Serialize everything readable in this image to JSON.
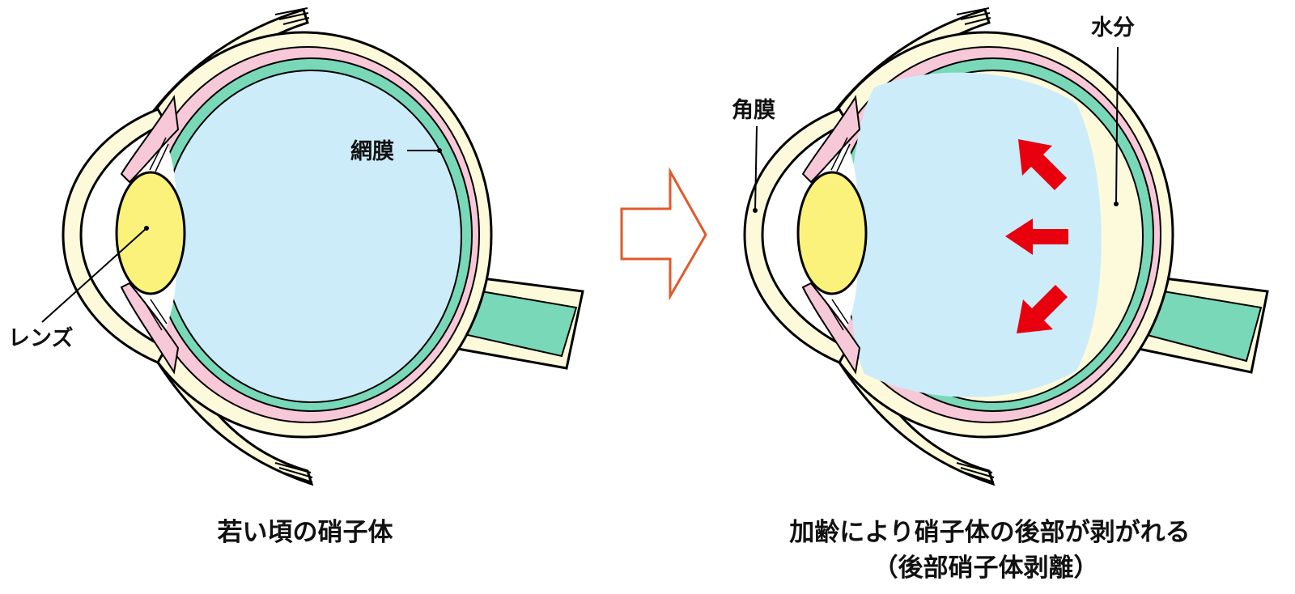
{
  "left_diagram": {
    "caption": "若い頃の硝子体",
    "labels": {
      "lens": "レンズ",
      "retina": "網膜"
    }
  },
  "right_diagram": {
    "caption_line1": "加齢により硝子体の後部が剥がれる",
    "caption_line2": "（後部硝子体剥離）",
    "labels": {
      "cornea": "角膜",
      "water": "水分"
    }
  },
  "colors": {
    "sclera": "#fdfadb",
    "choroid": "#f7c8d8",
    "retina": "#78d8b8",
    "vitreous": "#ccecfa",
    "lens": "#faf27a",
    "arrow_outline": "#e05a2b",
    "detach_arrows": "#e8000e",
    "outline": "#000000"
  }
}
